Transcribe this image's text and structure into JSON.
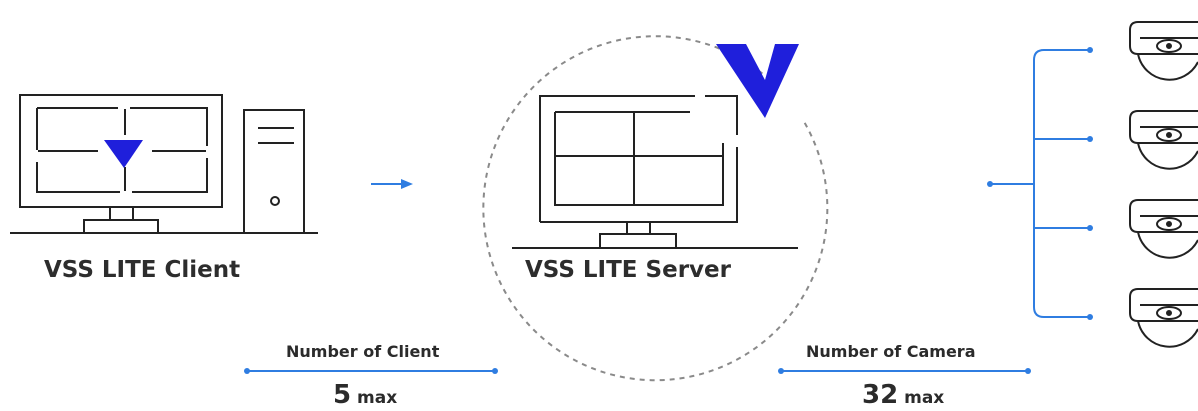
{
  "client": {
    "label": "VSS LITE Client"
  },
  "server": {
    "label": "VSS LITE Server"
  },
  "client_limit": {
    "title": "Number of Client",
    "value": "5",
    "unit": "max"
  },
  "camera_limit": {
    "title": "Number of Camera",
    "value": "32",
    "unit": "max"
  },
  "cameras": {
    "count_shown": 4
  },
  "colors": {
    "line": "#222222",
    "accent_blue": "#2f7de1",
    "logo_blue": "#1f1fdb",
    "dashed": "#8a8a8a"
  },
  "icons": [
    "client-monitor-icon",
    "client-tower-icon",
    "server-monitor-icon",
    "vss-logo-icon",
    "dome-camera-icon",
    "arrow-right-icon"
  ]
}
